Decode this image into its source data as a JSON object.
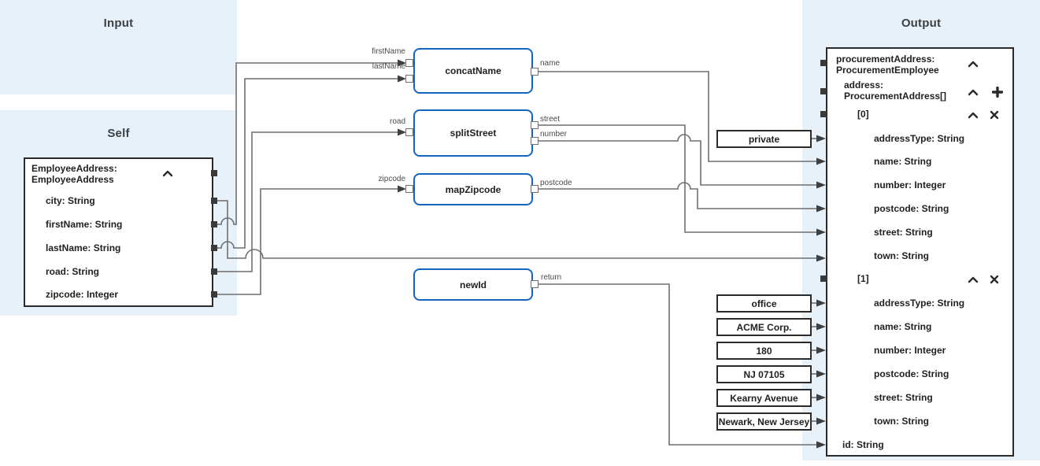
{
  "panels": {
    "input": {
      "title": "Input"
    },
    "self": {
      "title": "Self"
    },
    "output": {
      "title": "Output"
    }
  },
  "self_card": {
    "title_line1": "EmployeeAddress:",
    "title_line2": "EmployeeAddress",
    "fields": [
      "city: String",
      "firstName: String",
      "lastName: String",
      "road: String",
      "zipcode: Integer"
    ]
  },
  "functions": [
    {
      "label": "concatName",
      "ports_in": [
        "firstName",
        "lastName"
      ],
      "ports_out": [
        "name"
      ]
    },
    {
      "label": "splitStreet",
      "ports_in": [
        "road"
      ],
      "ports_out": [
        "street",
        "number"
      ]
    },
    {
      "label": "mapZipcode",
      "ports_in": [
        "zipcode"
      ],
      "ports_out": [
        "postcode"
      ]
    },
    {
      "label": "newId",
      "ports_in": [],
      "ports_out": [
        "return"
      ]
    }
  ],
  "constants": [
    "private",
    "office",
    "ACME Corp.",
    "180",
    "NJ 07105",
    "Kearny Avenue",
    "Newark, New Jersey"
  ],
  "output_card": {
    "root_line1": "procurementAddress:",
    "root_line2": "ProcurementEmployee",
    "address_line1": "address:",
    "address_line2": "ProcurementAddress[]",
    "items": [
      {
        "label": "[0]",
        "fields": [
          "addressType: String",
          "name: String",
          "number: Integer",
          "postcode: String",
          "street: String",
          "town: String"
        ]
      },
      {
        "label": "[1]",
        "fields": [
          "addressType: String",
          "name: String",
          "number: Integer",
          "postcode: String",
          "street: String",
          "town: String"
        ]
      }
    ],
    "id_field": "id: String"
  },
  "icons": {
    "collapse": "chevron-up-icon",
    "add_item": "plus-icon",
    "remove_item": "x-icon"
  },
  "colors": {
    "panel_bg": "#e7f1f9",
    "function_border": "#1565c0",
    "card_border": "#2b2b2b",
    "wire": "#6f6f6f",
    "text": "#1f1f1f"
  }
}
